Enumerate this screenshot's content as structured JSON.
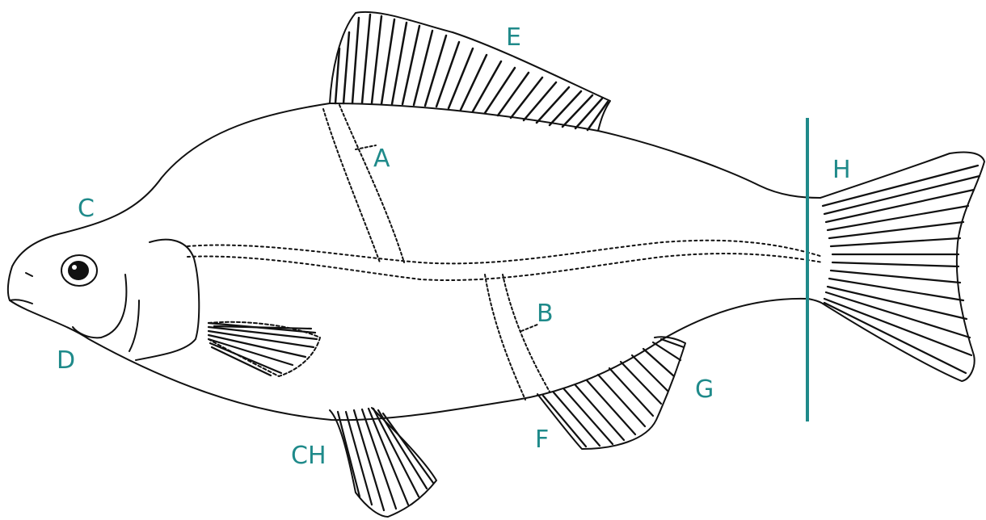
{
  "diagram": {
    "label_color": "#1f8a8a",
    "line_color": "#111111",
    "labels": {
      "a": "A",
      "b": "B",
      "c": "C",
      "d": "D",
      "e": "E",
      "f": "F",
      "g": "G",
      "h": "H",
      "ch": "CH"
    }
  }
}
